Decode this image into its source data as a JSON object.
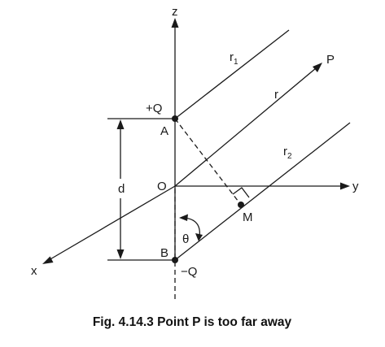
{
  "diagram": {
    "labels": {
      "z_axis": "z",
      "y_axis": "y",
      "x_axis": "x",
      "origin": "O",
      "point_a": "A",
      "point_b": "B",
      "point_m": "M",
      "point_p": "P",
      "charge_pos": "+Q",
      "charge_neg": "−Q",
      "distance": "d",
      "angle": "θ",
      "r_main": "r",
      "r1_base": "r",
      "r1_sub": "1",
      "r2_base": "r",
      "r2_sub": "2"
    },
    "caption": "Fig. 4.14.3 Point P is too far away"
  }
}
